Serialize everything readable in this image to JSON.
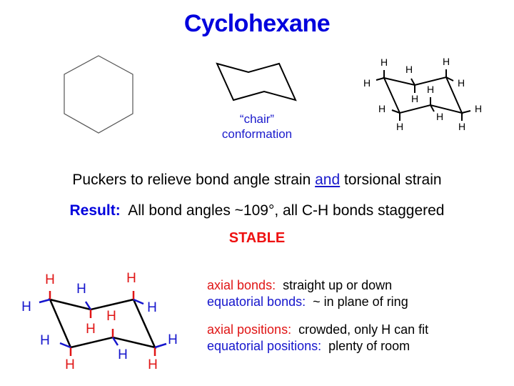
{
  "slide": {
    "title": "Cyclohexane",
    "chair_caption_line1": "“chair”",
    "chair_caption_line2": "conformation",
    "pucker_text_before": "Puckers to relieve bond angle strain ",
    "pucker_text_emph": "and",
    "pucker_text_after": " torsional strain",
    "result_label": "Result:",
    "result_text": "  All bond angles ~109°, all C-H bonds staggered",
    "stable_label": "STABLE",
    "definitions": [
      {
        "term": "axial bonds:",
        "desc": "  straight up or down",
        "color": "#e01515"
      },
      {
        "term": "equatorial bonds:",
        "desc": "  ~ in plane of ring",
        "color": "#1515cc"
      },
      {
        "term": "axial positions:",
        "desc": "  crowded, only H can fit",
        "color": "#e01515"
      },
      {
        "term": "equatorial positions:",
        "desc": "  plenty of room",
        "color": "#1515cc"
      }
    ],
    "atom_label": "H",
    "colors": {
      "title": "#0000dd",
      "axial": "#e01515",
      "equatorial": "#1515cc",
      "stable": "#ee1111",
      "bond": "#000000"
    }
  }
}
